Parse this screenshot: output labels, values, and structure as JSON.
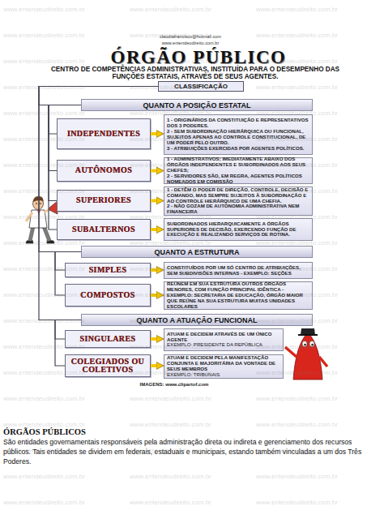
{
  "diagram": {
    "title": "ÓRGÃO PÚBLICO",
    "nodes": [
      {
        "text": [
          "CLASSIFICAÇÃO"
        ]
      },
      {
        "text": [
          "QUANTO A POSIÇÃO ESTATAL"
        ]
      },
      {
        "text": [
          "INDEPENDENTES"
        ]
      },
      {
        "text": [
          "1 - ORIGINÁRIOS DA CONSTITUIÇÃO E REPRESENTATIVOS DOS 3 PODERES.",
          "2 - SEM SUBORDINAÇÃO HIERÁRQUICA OU FUNCIONAL, SUJEITOS APENAS AO CONTROLE CONSTITUCIONAL, DE UM PODER PELO OUTRO.",
          "3 - ATRIBUIÇÕES EXERCIDAS POR AGENTES POLÍTICOS."
        ]
      },
      {
        "text": [
          "AUTÔNOMOS"
        ]
      },
      {
        "text": [
          "1 - ADMINISTRATIVOS; IMEDIATAMENTE ABAIXO DOS ÓRGÃOS INDEPENDENTES E SUBORDINADOS AOS SEUS CHEFES;",
          "2 - SERVIDORES SÃO, EM REGRA, AGENTES POLÍTICOS NOMEADOS EM COMISSÃO"
        ]
      },
      {
        "text": [
          "SUPERIORES"
        ]
      },
      {
        "text": [
          "1 - DETÊM O PODER DE DIREÇÃO, CONTROLE, DECISÃO E COMANDO, MAS SEMPRE SUJEITOS À SUBORDINAÇÃO E AO CONTROLE HIERÁRQUICO DE UMA CHEFIA.",
          "2 - NÃO GOZAM DE AUTONOMIA ADMINISTRATIVA NEM FINANCEIRA"
        ]
      },
      {
        "text": [
          "SUBALTERNOS"
        ]
      },
      {
        "text": [
          "SUBORDINADOS HIERARQUICAMENTE A ÓRGÃOS SUPERIORES DE DECISÃO, EXERCENDO FUNÇÃO DE EXECUÇÃO E REALIZANDO SERVIÇOS DE ROTINA."
        ]
      },
      {
        "text": [
          "QUANTO A ESTRUTURA"
        ]
      },
      {
        "text": [
          "SIMPLES"
        ]
      },
      {
        "text": [
          "CONSTITUÍDOS POR UM SÓ CENTRO DE ATRIBUIÇÕES, SEM SUBDIVISÕES INTERNAS - EXEMPLO: SEÇÕES"
        ]
      },
      {
        "text": [
          "COMPOSTOS"
        ]
      },
      {
        "text": [
          "REÚNEM EM SUA ESTRUTURA OUTROS ÓRGÃOS MENORES, COM FUNÇÃO PRINCIPAL IDÊNTICA - EXEMPLO: SECRETARIA DE EDUCAÇÃO, ÓRGÃO MAIOR QUE REÚNE NA SUA ESTRUTURA MUITAS UNIDADES ESCOLARES"
        ]
      },
      {
        "text": [
          "QUANTO A ATUAÇÃO FUNCIONAL"
        ]
      },
      {
        "text": [
          "SINGULARES"
        ]
      },
      {
        "text": [
          "ATUAM E DECIDEM ATRAVÉS DE UM ÚNICO AGENTE",
          "EXEMPLO: PRESIDENTE DA REPÚBLICA"
        ]
      },
      {
        "text": [
          "COLEGIADOS OU COLETIVOS"
        ]
      },
      {
        "text": [
          "ATUAM E DECIDEM PELA MANIFESTAÇÃO CONJUNTA E MAJORITÁRIA DA VONTADE DE SEUS MEMBROS",
          "EXEMPLO: TRIBUNAIS"
        ]
      }
    ],
    "edges": [
      {
        "from": 0,
        "to": 1,
        "arrow": "none"
      },
      {
        "from": 0,
        "to": 10,
        "arrow": "none"
      },
      {
        "from": 0,
        "to": 15,
        "arrow": "none"
      },
      {
        "from": 1,
        "to": 2,
        "arrow": "none"
      },
      {
        "from": 1,
        "to": 4,
        "arrow": "none"
      },
      {
        "from": 1,
        "to": 6,
        "arrow": "none"
      },
      {
        "from": 1,
        "to": 8,
        "arrow": "none"
      },
      {
        "from": 2,
        "to": 3,
        "arrow": "to"
      },
      {
        "from": 4,
        "to": 5,
        "arrow": "to"
      },
      {
        "from": 6,
        "to": 7,
        "arrow": "to"
      },
      {
        "from": 8,
        "to": 9,
        "arrow": "to"
      },
      {
        "from": 10,
        "to": 11,
        "arrow": "none"
      },
      {
        "from": 10,
        "to": 13,
        "arrow": "none"
      },
      {
        "from": 11,
        "to": 12,
        "arrow": "to"
      },
      {
        "from": 13,
        "to": 14,
        "arrow": "to"
      },
      {
        "from": 15,
        "to": 16,
        "arrow": "none"
      },
      {
        "from": 15,
        "to": 18,
        "arrow": "none"
      },
      {
        "from": 16,
        "to": 17,
        "arrow": "to"
      },
      {
        "from": 18,
        "to": 19,
        "arrow": "to"
      }
    ],
    "labels": [
      "claudiafrancisco@hotmail.com",
      "www.entendeudireito.com.br",
      "CENTRO DE COMPETÊNCIAS ADMINISTRATIVAS, INSTITUÍDA PARA O DESEMPENHO DAS FUNÇÕES ESTATAIS, ATRAVÉS DE SEUS AGENTES.",
      "IMAGENS: www.clipartof.com",
      "ÓRGÃOS PÚBLICOS",
      "São entidades governamentais responsáveis pela administração direta ou indireta e gerenciamento dos recursos públicos. Tais entidades se dividem em federais, estaduais e municipais, estando também vinculadas a um dos Três Poderes.",
      "www.entendeudireito.com.br",
      "www.entendeudireito.com.br",
      "www.entendeudireito.com.br",
      "www.entendeudireito.com.br",
      "www.entendeudireito.com.br",
      "www.entendeudireito.com.br",
      "www.entendeudireito.com.br",
      "www.entendeudireito.com.br",
      "www.entendeudireito.com.br",
      "www.entendeudireito.com.br",
      "www.entendeudireito.com.br",
      "www.entendeudireito.com.br",
      "www.entendeudireito.com.br",
      "www.entendeudireito.com.br",
      "www.entendeudireito.com.br",
      "www.entendeudireito.com.br",
      "www.entendeudireito.com.br",
      "www.entendeudireito.com.br",
      "www.entendeudireito.com.br",
      "www.entendeudireito.com.br",
      "www.entendeudireito.com.br",
      "www.entendeudireito.com.br",
      "www.entendeudireito.com.br",
      "www.entendeudireito.com.br",
      "www.entendeudireito.com.br",
      "www.entendeudireito.com.br",
      "www.entendeudireito.com.br",
      "www.entendeudireito.com.br",
      "www.entendeudireito.com.br",
      "www.entendeudireito.com.br",
      "www.entendeudireito.com.br",
      "www.entendeudireito.com.br",
      "www.entendeudireito.com.br",
      "www.entendeudireito.com.br",
      "www.entendeudireito.com.br",
      "www.entendeudireito.com.br",
      "www.entendeudireito.com.br",
      "www.entendeudireito.com.br",
      "www.entendeudireito.com.br",
      "www.entendeudireito.com.br",
      "www.entendeudireito.com.br",
      "www.entendeudireito.com.br",
      "www.entendeudireito.com.br",
      "www.entendeudireito.com.br",
      "www.entendeudireito.com.br",
      "www.entendeudireito.com.br",
      "www.entendeudireito.com.br",
      "www.entendeudireito.com.br",
      "www.entendeudireito.com.br",
      "www.entendeudireito.com.br",
      "www.entendeudireito.com.br",
      "www.entendeudireito.com.br",
      "www.entendeudireito.com.br",
      "www.entendeudireito.com.br",
      "www.entendeudireito.com.br",
      "www.entendeudireito.com.br",
      "www.entendeudireito.com.br",
      "www.entendeudireito.com.br",
      "www.entendeudireito.com.br",
      "www.entendeudireito.com.br"
    ]
  }
}
